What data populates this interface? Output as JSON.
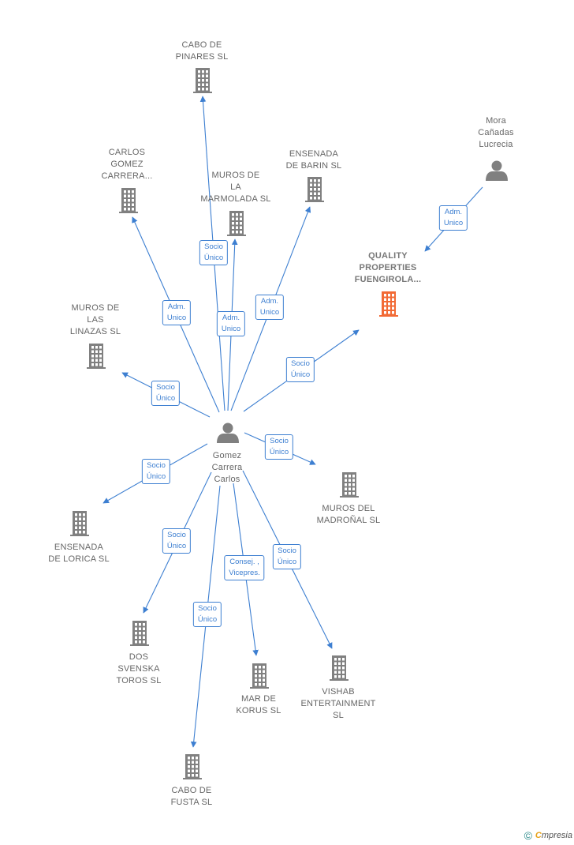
{
  "center": {
    "id": "gomez",
    "label": [
      "Gomez",
      "Carrera",
      "Carlos"
    ],
    "kind": "person"
  },
  "nodes": [
    {
      "id": "cabo_pinares",
      "kind": "company",
      "label": [
        "CABO DE",
        "PINARES  SL"
      ]
    },
    {
      "id": "carlos_gomez",
      "kind": "company",
      "label": [
        "CARLOS",
        "GOMEZ",
        "CARRERA..."
      ]
    },
    {
      "id": "muros_marmolada",
      "kind": "company",
      "label": [
        "MUROS DE",
        "LA",
        "MARMOLADA SL"
      ]
    },
    {
      "id": "ensenada_barin",
      "kind": "company",
      "label": [
        "ENSENADA",
        "DE BARIN SL"
      ]
    },
    {
      "id": "mora",
      "kind": "person",
      "label": [
        "Mora",
        "Cañadas",
        "Lucrecia"
      ]
    },
    {
      "id": "quality",
      "kind": "company-highlight",
      "label": [
        "QUALITY",
        "PROPERTIES",
        "FUENGIROLA..."
      ]
    },
    {
      "id": "muros_linazas",
      "kind": "company",
      "label": [
        "MUROS DE",
        "LAS",
        "LINAZAS  SL"
      ]
    },
    {
      "id": "muros_madronal",
      "kind": "company",
      "label": [
        "MUROS DEL",
        "MADROÑAL  SL"
      ]
    },
    {
      "id": "ensenada_lorica",
      "kind": "company",
      "label": [
        "ENSENADA",
        "DE LORICA  SL"
      ]
    },
    {
      "id": "dos_svenska",
      "kind": "company",
      "label": [
        "DOS",
        "SVENSKA",
        "TOROS  SL"
      ]
    },
    {
      "id": "mar_korus",
      "kind": "company",
      "label": [
        "MAR DE",
        "KORUS SL"
      ]
    },
    {
      "id": "vishab",
      "kind": "company",
      "label": [
        "VISHAB",
        "ENTERTAINMENT",
        "SL"
      ]
    },
    {
      "id": "cabo_fusta",
      "kind": "company",
      "label": [
        "CABO DE",
        "FUSTA  SL"
      ]
    }
  ],
  "edges": [
    {
      "from": "gomez",
      "to": "cabo_pinares",
      "label": [
        "Socio",
        "Único"
      ]
    },
    {
      "from": "gomez",
      "to": "carlos_gomez",
      "label": [
        "Adm.",
        "Unico"
      ]
    },
    {
      "from": "gomez",
      "to": "muros_marmolada",
      "label": [
        "Adm.",
        "Unico"
      ]
    },
    {
      "from": "gomez",
      "to": "ensenada_barin",
      "label": [
        "Adm.",
        "Unico"
      ]
    },
    {
      "from": "mora",
      "to": "quality",
      "label": [
        "Adm.",
        "Unico"
      ]
    },
    {
      "from": "gomez",
      "to": "quality",
      "label": [
        "Socio",
        "Único"
      ]
    },
    {
      "from": "gomez",
      "to": "muros_linazas",
      "label": [
        "Socio",
        "Único"
      ]
    },
    {
      "from": "gomez",
      "to": "muros_madronal",
      "label": [
        "Socio",
        "Único"
      ]
    },
    {
      "from": "gomez",
      "to": "ensenada_lorica",
      "label": [
        "Socio",
        "Único"
      ]
    },
    {
      "from": "gomez",
      "to": "dos_svenska",
      "label": [
        "Socio",
        "Único"
      ]
    },
    {
      "from": "gomez",
      "to": "mar_korus",
      "label": [
        "Consej. ,",
        "Vicepres."
      ]
    },
    {
      "from": "gomez",
      "to": "vishab",
      "label": [
        "Socio",
        "Único"
      ]
    },
    {
      "from": "gomez",
      "to": "cabo_fusta",
      "label": [
        "Socio",
        "Único"
      ]
    }
  ],
  "colors": {
    "edge": "#3d7fd1",
    "icon": "#808080",
    "highlight_icon": "#f26a35",
    "label": "#666666"
  },
  "footer": {
    "copyright": "©",
    "brand_first": "C",
    "brand_rest": "mpresia"
  }
}
